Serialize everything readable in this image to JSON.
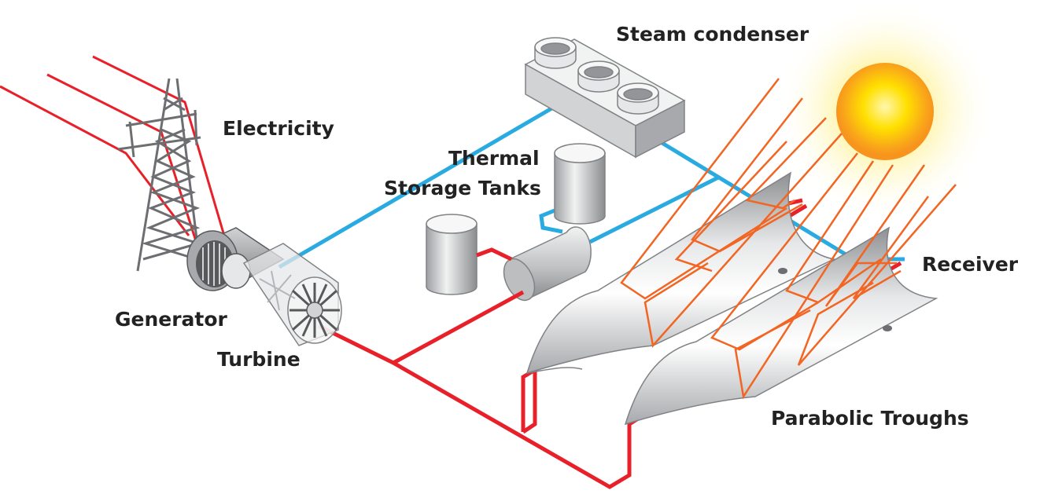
{
  "labels": {
    "steam_condenser": "Steam condenser",
    "electricity": "Electricity",
    "thermal_1": "Thermal",
    "thermal_2": "Storage Tanks",
    "receiver": "Receiver",
    "generator": "Generator",
    "turbine": "Turbine",
    "parabolic_troughs": "Parabolic Troughs"
  },
  "colors": {
    "hot_pipe": "#e8202a",
    "cool_pipe": "#29aae1",
    "sun_ray": "#f26522",
    "sun_core": "#ffe000",
    "sun_edge": "#f7941d",
    "metal": "#bcbec0",
    "text": "#222222"
  },
  "icons": [
    "transmission-tower-icon",
    "generator-icon",
    "turbine-icon",
    "storage-tank-icon",
    "steam-condenser-icon",
    "sun-icon",
    "parabolic-trough-icon"
  ]
}
